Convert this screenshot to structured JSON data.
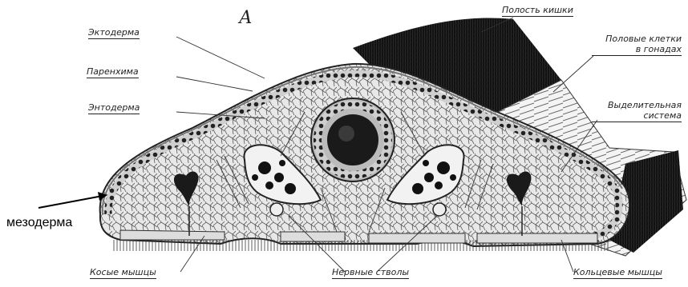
{
  "figure": {
    "marker": "А",
    "labels": {
      "ectoderm": "Эктодерма",
      "parenchyma": "Паренхима",
      "entoderm": "Энтодерма",
      "gut_cavity": "Полость кишки",
      "gonads_line1": "Половые клетки",
      "gonads_line2": "в гонадах",
      "excretory_line1": "Выделительная",
      "excretory_line2": "система",
      "oblique_muscles": "Косые мышцы",
      "nerve_trunks": "Нервные стволы",
      "ring_muscles": "Кольцевые мышцы"
    },
    "annotation": "мезодерма"
  }
}
